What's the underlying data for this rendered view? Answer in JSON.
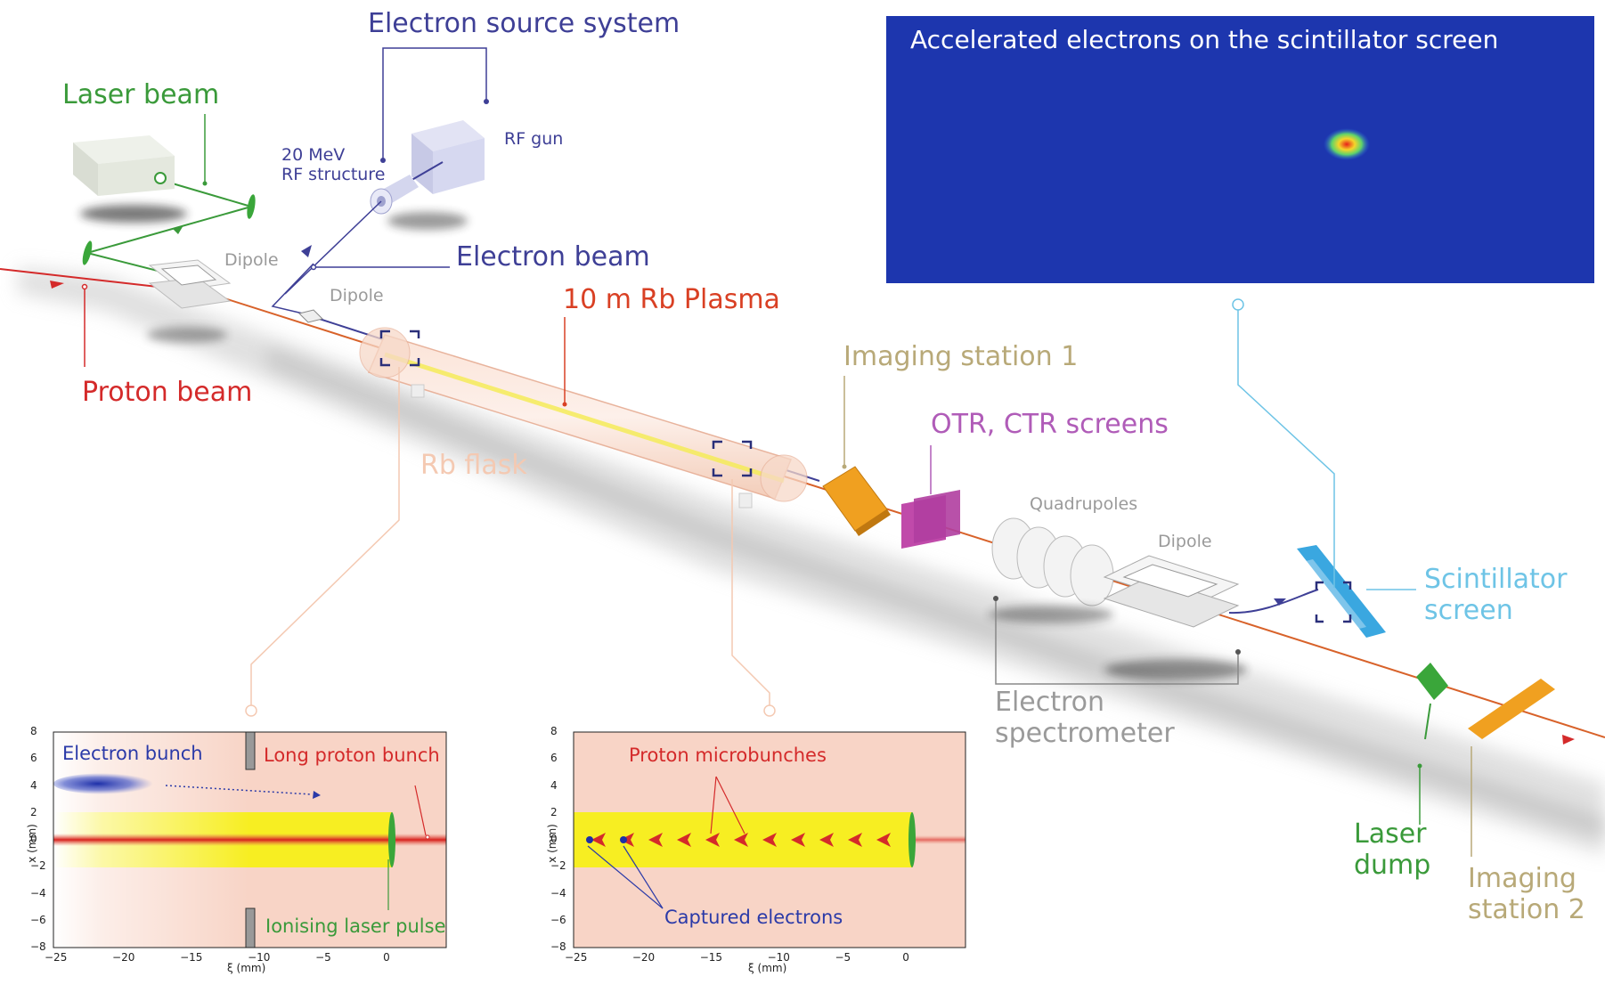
{
  "colors": {
    "electron_blue": "#3e3f96",
    "laser_green": "#3a9a3a",
    "proton_red": "#d42a2a",
    "plasma_red": "#d94024",
    "gray_label": "#9a9a9a",
    "imaging_khaki": "#b8a978",
    "otr_purple": "#b05cb8",
    "scint_blue": "#6ec4e6",
    "rb_flask_peach": "#f4c9b2",
    "panel_bg": "#f8d4c6",
    "plasma_yellow": "#f7ee22"
  },
  "labels": {
    "electron_source_system": "Electron source system",
    "laser_beam": "Laser beam",
    "rf_structure": "20 MeV\nRF structure",
    "rf_gun": "RF gun",
    "dipole_1": "Dipole",
    "dipole_2": "Dipole",
    "electron_beam": "Electron beam",
    "plasma": "10 m Rb Plasma",
    "proton_beam": "Proton beam",
    "rb_flask": "Rb flask",
    "imaging_station_1": "Imaging station 1",
    "otr_ctr_screens": "OTR, CTR screens",
    "quadrupoles": "Quadrupoles",
    "dipole_3": "Dipole",
    "scintillator_screen": "Scintillator\nscreen",
    "electron_spectrometer": "Electron\nspectrometer",
    "laser_dump": "Laser\ndump",
    "imaging_station_2": "Imaging\nstation 2"
  },
  "screen_inset": {
    "title": "Accelerated electrons on the scintillator screen"
  },
  "plot_left": {
    "electron_bunch": "Electron bunch",
    "long_proton_bunch": "Long proton bunch",
    "ionising_laser_pulse": "Ionising laser pulse",
    "xlabel": "ξ (mm)",
    "ylabel": "x (mm)",
    "xticks": [
      "−25",
      "−20",
      "−15",
      "−10",
      "−5",
      "0"
    ],
    "yticks": [
      "8",
      "6",
      "4",
      "2",
      "0",
      "−2",
      "−4",
      "−6",
      "−8"
    ]
  },
  "plot_right": {
    "proton_microbunches": "Proton microbunches",
    "captured_electrons": "Captured electrons",
    "xlabel": "ξ (mm)",
    "ylabel": "x (mm)",
    "xticks": [
      "−25",
      "−20",
      "−15",
      "−10",
      "−5",
      "0"
    ],
    "yticks": [
      "8",
      "6",
      "4",
      "2",
      "0",
      "−2",
      "−4",
      "−6",
      "−8"
    ]
  }
}
